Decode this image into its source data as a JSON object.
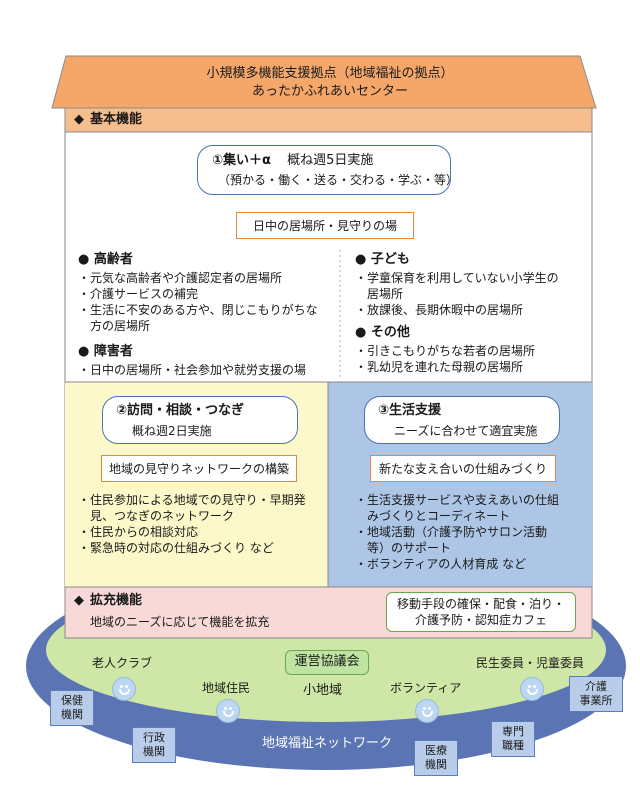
{
  "roof": {
    "line1": "小規模多機能支援拠点（地域福祉の拠点）",
    "line2": "あったかふれあいセンター"
  },
  "basic": {
    "header": "基本機能",
    "card1": {
      "title": "①集い＋α",
      "subtitle": "概ね週5日実施",
      "detail": "（預かる・働く・送る・交わる・学ぶ・等）"
    },
    "place_box": "日中の居場所・見守りの場",
    "elderly": {
      "heading": "高齢者",
      "items": [
        "・元気な高齢者や介護認定者の居場所",
        "・介護サービスの補完",
        "・生活に不安のある方や、閉じこもりがちな",
        "　方の居場所"
      ]
    },
    "disabled": {
      "heading": "障害者",
      "items": [
        "・日中の居場所・社会参加や就労支援の場"
      ]
    },
    "children": {
      "heading": "子ども",
      "items": [
        "・学童保育を利用していない小学生の",
        "　居場所",
        "・放課後、長期休暇中の居場所"
      ]
    },
    "others": {
      "heading": "その他",
      "items": [
        "・引きこもりがちな若者の居場所",
        "・乳幼児を連れた母親の居場所"
      ]
    }
  },
  "visit": {
    "title": "②訪問・相談・つなぎ",
    "subtitle": "概ね週2日実施",
    "box": "地域の見守りネットワークの構築",
    "items": [
      "・住民参加による地域での見守り・早期発",
      "　見、つなぎのネットワーク",
      "・住民からの相談対応",
      "・緊急時の対応の仕組みづくり など"
    ]
  },
  "support": {
    "title": "③生活支援",
    "subtitle": "ニーズに合わせて適宜実施",
    "box": "新たな支え合いの仕組みづくり",
    "items": [
      "・生活支援サービスや支えあいの仕組",
      "　みづくりとコーディネート",
      "・地域活動（介護予防やサロン活動",
      "　等）のサポート",
      "・ボランティアの人材育成 など"
    ]
  },
  "expand": {
    "header": "拡充機能",
    "text": "地域のニーズに応じて機能を拡充",
    "box_line1": "移動手段の確保・配食・泊り・",
    "box_line2": "介護予防・認知症カフェ"
  },
  "community": {
    "council": "運営協議会",
    "small_area": "小地域",
    "elders_club": "老人クラブ",
    "residents": "地域住民",
    "volunteer": "ボランティア",
    "welfare_commissioner": "民生委員・児童委員",
    "network": "地域福祉ネットワーク"
  },
  "orgs": {
    "health": [
      "保健",
      "機関"
    ],
    "admin": [
      "行政",
      "機関"
    ],
    "medical": [
      "医療",
      "機関"
    ],
    "specialist": [
      "専門",
      "職種"
    ],
    "care": [
      "介護",
      "事業所"
    ]
  },
  "colors": {
    "roof": "#f5a76a",
    "header_bar": "#f6be8c",
    "visit_bg": "#fdf8c9",
    "support_bg": "#aec6e6",
    "expand_bg": "#f9d8d8",
    "outer_ellipse": "#5b75b4",
    "inner_ellipse": "#cfe7a6",
    "card_border": "#4a74b0",
    "orange_border": "#e8873a",
    "green_border": "#6aa84f"
  }
}
